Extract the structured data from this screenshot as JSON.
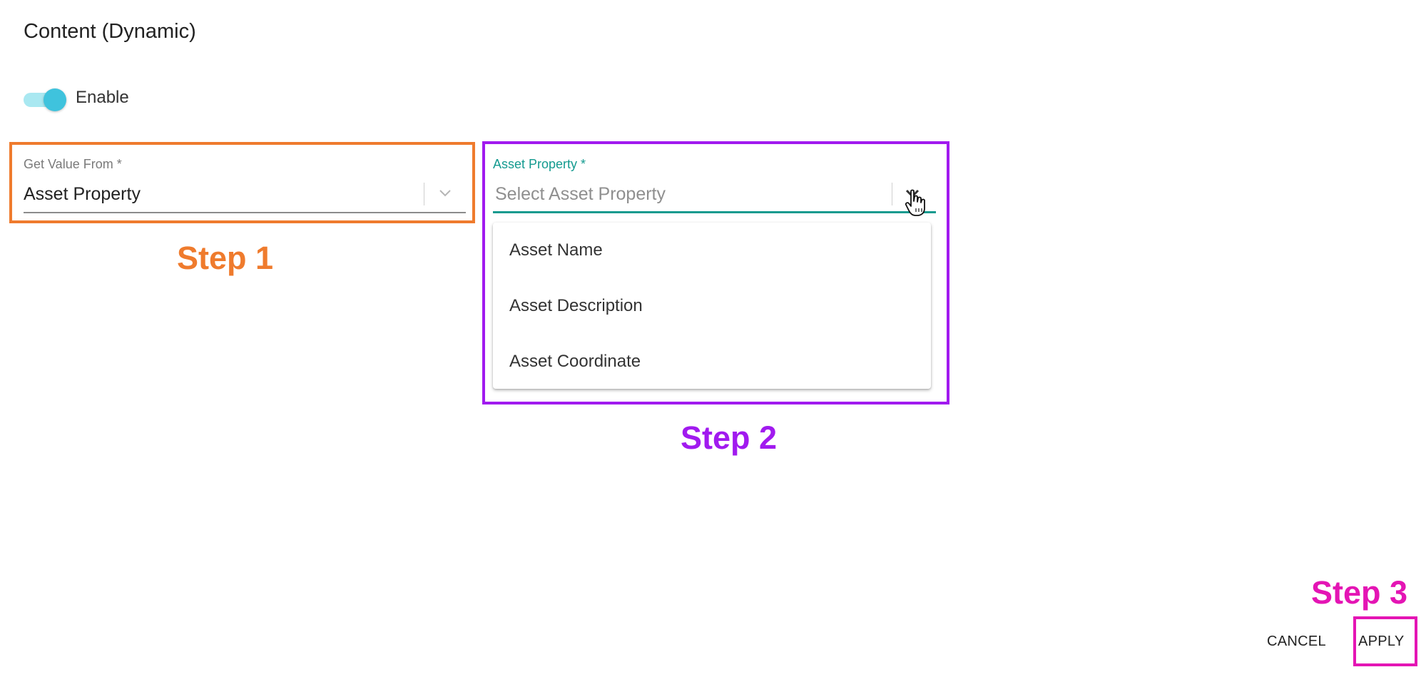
{
  "section": {
    "title": "Content (Dynamic)"
  },
  "toggle": {
    "label": "Enable",
    "checked": true,
    "track_color": "#a9e8f1",
    "thumb_color": "#3fc3dd"
  },
  "field_get_value": {
    "label": "Get Value From *",
    "value": "Asset Property",
    "icon": "chevron-down-icon"
  },
  "field_asset_property": {
    "label": "Asset Property *",
    "value": "",
    "placeholder": "Select Asset Property",
    "icon": "chevron-down-icon",
    "accent_color": "#139a8f",
    "options": [
      {
        "label": "Asset Name"
      },
      {
        "label": "Asset Description"
      },
      {
        "label": "Asset Coordinate"
      }
    ]
  },
  "annotations": {
    "step1": {
      "label": "Step 1",
      "color": "#ef7b2d"
    },
    "step2": {
      "label": "Step 2",
      "color": "#a11aef"
    },
    "step3": {
      "label": "Step 3",
      "color": "#e415b4"
    }
  },
  "footer": {
    "cancel_label": "CANCEL",
    "apply_label": "APPLY"
  }
}
